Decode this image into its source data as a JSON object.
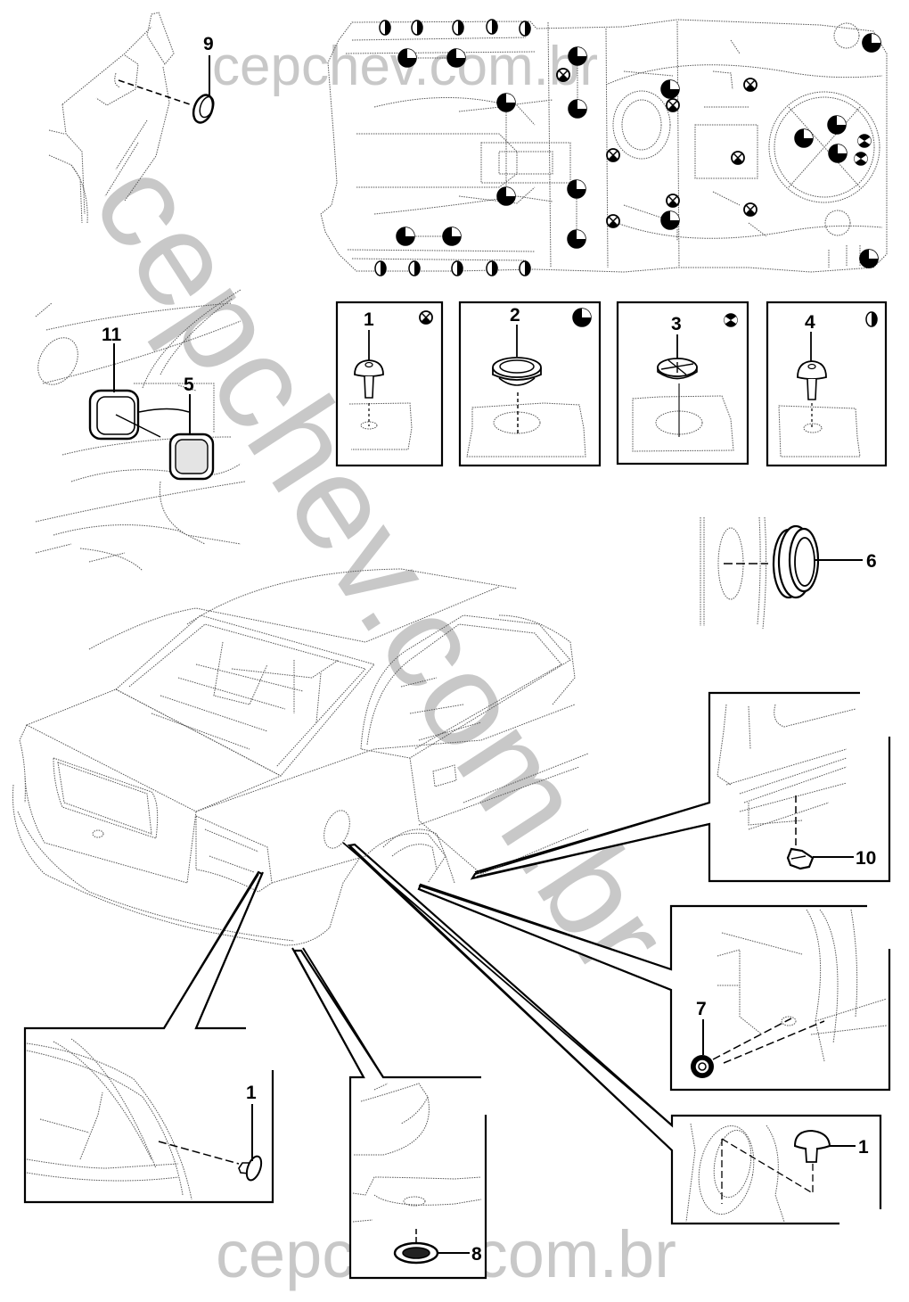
{
  "diagram": {
    "title": "Body plugs and grommets – exploded parts diagram",
    "watermarks": {
      "top": "cepchev.com.br",
      "diagonal": "cepchev.com.br",
      "bottom": "cepchev.com.br"
    },
    "legend": [
      {
        "number": "1",
        "symbol": "x-circle",
        "symbol_description": "circle with X"
      },
      {
        "number": "2",
        "symbol": "quarter-white-circle",
        "symbol_description": "black circle with white upper-right quarter"
      },
      {
        "number": "3",
        "symbol": "hourglass-circle",
        "symbol_description": "black circle with white left/right wedges"
      },
      {
        "number": "4",
        "symbol": "half-circle",
        "symbol_description": "left half white, right half black"
      }
    ],
    "callouts": {
      "c9": "9",
      "c11": "11",
      "c5": "5",
      "c1": "1",
      "c2": "2",
      "c3": "3",
      "c4": "4",
      "c6": "6",
      "c10": "10",
      "c7": "7",
      "c1_tail": "1",
      "c1_wheel": "1",
      "c8": "8"
    },
    "floor_markers": {
      "half_circle_count": 10,
      "quarter_circle_count": 19,
      "x_circle_count": 9,
      "hourglass_circle_count": 2
    }
  }
}
